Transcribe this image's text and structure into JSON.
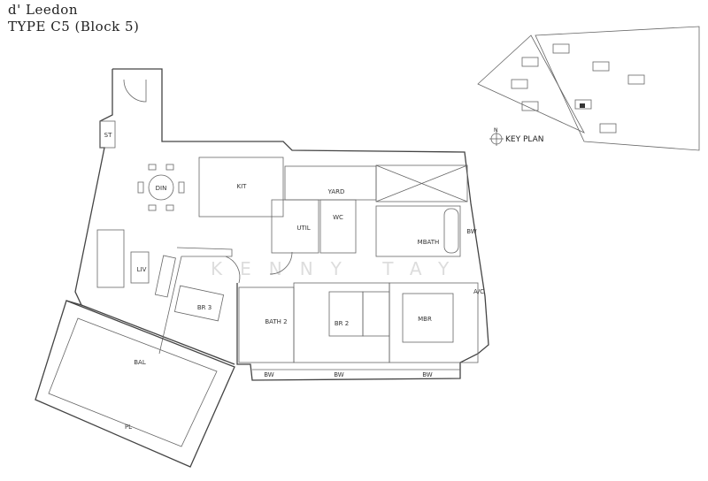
{
  "header": {
    "project": "d' Leedon",
    "unit_type": "TYPE C5 (Block 5)"
  },
  "rooms": {
    "st": "ST",
    "din": "DIN",
    "kit": "KIT",
    "yard": "YARD",
    "util": "UTIL",
    "wc": "WC",
    "mbath": "MBATH",
    "liv": "LIV",
    "br3": "BR 3",
    "bath2": "BATH 2",
    "br2": "BR 2",
    "mbr": "MBR",
    "bal": "BAL",
    "pl": "PL",
    "ac": "A/C",
    "bw": "BW"
  },
  "key_plan": {
    "label": "KEY PLAN",
    "north": "N"
  },
  "watermark": "KENNY TAY"
}
